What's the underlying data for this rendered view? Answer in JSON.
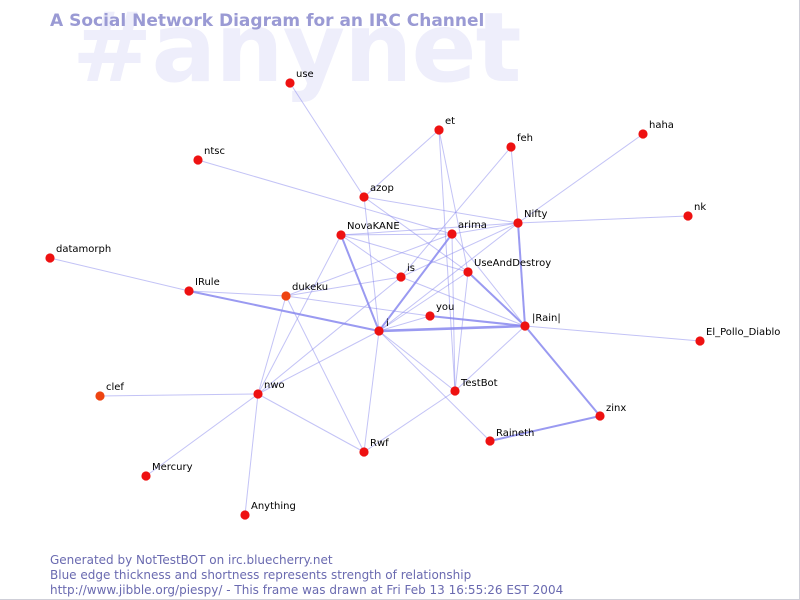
{
  "watermark": "#anynet",
  "title": "A Social Network Diagram for an IRC Channel",
  "footer": {
    "line1": "Generated by NotTestBOT on irc.bluecherry.net",
    "line2": "Blue edge thickness and shortness represents strength of relationship",
    "line3": "http://www.jibble.org/piespy/ - This frame was drawn at Fri Feb 13 16:55:26 EST 2004"
  },
  "colors": {
    "node": "#ee1111",
    "node_alt": "#ee4411",
    "edge": "#8888ee",
    "title": "#9a9ad4",
    "footer": "#6a6ab0"
  },
  "nodes": [
    {
      "id": "use",
      "label": "use"
    },
    {
      "id": "et",
      "label": "et"
    },
    {
      "id": "haha",
      "label": "haha"
    },
    {
      "id": "ntsc",
      "label": "ntsc"
    },
    {
      "id": "feh",
      "label": "feh"
    },
    {
      "id": "azop",
      "label": "azop"
    },
    {
      "id": "nk",
      "label": "nk"
    },
    {
      "id": "Nifty",
      "label": "Nifty"
    },
    {
      "id": "arima",
      "label": "arima"
    },
    {
      "id": "NovaKANE",
      "label": "NovaKANE"
    },
    {
      "id": "datamorph",
      "label": "datamorph"
    },
    {
      "id": "is",
      "label": "is"
    },
    {
      "id": "UseAndDestroy",
      "label": "UseAndDestroy"
    },
    {
      "id": "IRule",
      "label": "IRule"
    },
    {
      "id": "dukeku",
      "label": "dukeku",
      "alt": true
    },
    {
      "id": "you",
      "label": "you"
    },
    {
      "id": "Rain",
      "label": "|Rain|"
    },
    {
      "id": "i",
      "label": "i"
    },
    {
      "id": "El_Pollo_Diablo",
      "label": "El_Pollo_Diablo"
    },
    {
      "id": "clef",
      "label": "clef",
      "alt": true
    },
    {
      "id": "nwo",
      "label": "nwo"
    },
    {
      "id": "TestBot",
      "label": "TestBot"
    },
    {
      "id": "zinx",
      "label": "zinx"
    },
    {
      "id": "Raineth",
      "label": "Raineth"
    },
    {
      "id": "Rwf",
      "label": "Rwf"
    },
    {
      "id": "Mercury",
      "label": "Mercury"
    },
    {
      "id": "Anything",
      "label": "Anything"
    }
  ],
  "edges": [
    {
      "source": "i",
      "target": "Rain",
      "strength": 3
    },
    {
      "source": "zinx",
      "target": "Rain",
      "strength": 2
    },
    {
      "source": "zinx",
      "target": "Raineth",
      "strength": 2
    },
    {
      "source": "UseAndDestroy",
      "target": "Rain",
      "strength": 2
    },
    {
      "source": "NovaKANE",
      "target": "i",
      "strength": 2
    },
    {
      "source": "IRule",
      "target": "i",
      "strength": 2
    },
    {
      "source": "i",
      "target": "arima",
      "strength": 2
    },
    {
      "source": "Nifty",
      "target": "Rain",
      "strength": 2
    },
    {
      "source": "you",
      "target": "Rain",
      "strength": 2
    },
    {
      "source": "IRule",
      "target": "dukeku",
      "strength": 1
    },
    {
      "source": "i",
      "target": "UseAndDestroy",
      "strength": 1
    },
    {
      "source": "i",
      "target": "Nifty",
      "strength": 1
    },
    {
      "source": "NovaKANE",
      "target": "arima",
      "strength": 1
    },
    {
      "source": "NovaKANE",
      "target": "Nifty",
      "strength": 1
    },
    {
      "source": "NovaKANE",
      "target": "UseAndDestroy",
      "strength": 1
    },
    {
      "source": "azop",
      "target": "i",
      "strength": 1
    },
    {
      "source": "azop",
      "target": "Nifty",
      "strength": 1
    },
    {
      "source": "azop",
      "target": "UseAndDestroy",
      "strength": 1
    },
    {
      "source": "use",
      "target": "azop",
      "strength": 1
    },
    {
      "source": "et",
      "target": "UseAndDestroy",
      "strength": 1
    },
    {
      "source": "et",
      "target": "azop",
      "strength": 1
    },
    {
      "source": "et",
      "target": "TestBot",
      "strength": 1
    },
    {
      "source": "feh",
      "target": "Nifty",
      "strength": 1
    },
    {
      "source": "feh",
      "target": "is",
      "strength": 1
    },
    {
      "source": "haha",
      "target": "Nifty",
      "strength": 1
    },
    {
      "source": "ntsc",
      "target": "arima",
      "strength": 1
    },
    {
      "source": "nk",
      "target": "Nifty",
      "strength": 1
    },
    {
      "source": "datamorph",
      "target": "IRule",
      "strength": 1
    },
    {
      "source": "dukeku",
      "target": "is",
      "strength": 1
    },
    {
      "source": "dukeku",
      "target": "you",
      "strength": 1
    },
    {
      "source": "dukeku",
      "target": "arima",
      "strength": 1
    },
    {
      "source": "dukeku",
      "target": "nwo",
      "strength": 1
    },
    {
      "source": "dukeku",
      "target": "Rwf",
      "strength": 1
    },
    {
      "source": "is",
      "target": "Rain",
      "strength": 1
    },
    {
      "source": "is",
      "target": "Nifty",
      "strength": 1
    },
    {
      "source": "is",
      "target": "NovaKANE",
      "strength": 1
    },
    {
      "source": "is",
      "target": "nwo",
      "strength": 1
    },
    {
      "source": "arima",
      "target": "Rain",
      "strength": 1
    },
    {
      "source": "arima",
      "target": "Nifty",
      "strength": 1
    },
    {
      "source": "arima",
      "target": "TestBot",
      "strength": 1
    },
    {
      "source": "i",
      "target": "TestBot",
      "strength": 1
    },
    {
      "source": "i",
      "target": "Raineth",
      "strength": 1
    },
    {
      "source": "i",
      "target": "Rwf",
      "strength": 1
    },
    {
      "source": "i",
      "target": "nwo",
      "strength": 1
    },
    {
      "source": "i",
      "target": "you",
      "strength": 1
    },
    {
      "source": "UseAndDestroy",
      "target": "TestBot",
      "strength": 1
    },
    {
      "source": "Rain",
      "target": "TestBot",
      "strength": 1
    },
    {
      "source": "Rain",
      "target": "El_Pollo_Diablo",
      "strength": 1
    },
    {
      "source": "TestBot",
      "target": "Rwf",
      "strength": 1
    },
    {
      "source": "nwo",
      "target": "clef",
      "strength": 1
    },
    {
      "source": "nwo",
      "target": "Mercury",
      "strength": 1
    },
    {
      "source": "nwo",
      "target": "Anything",
      "strength": 1
    },
    {
      "source": "nwo",
      "target": "Rwf",
      "strength": 1
    },
    {
      "source": "NovaKANE",
      "target": "nwo",
      "strength": 1
    }
  ]
}
